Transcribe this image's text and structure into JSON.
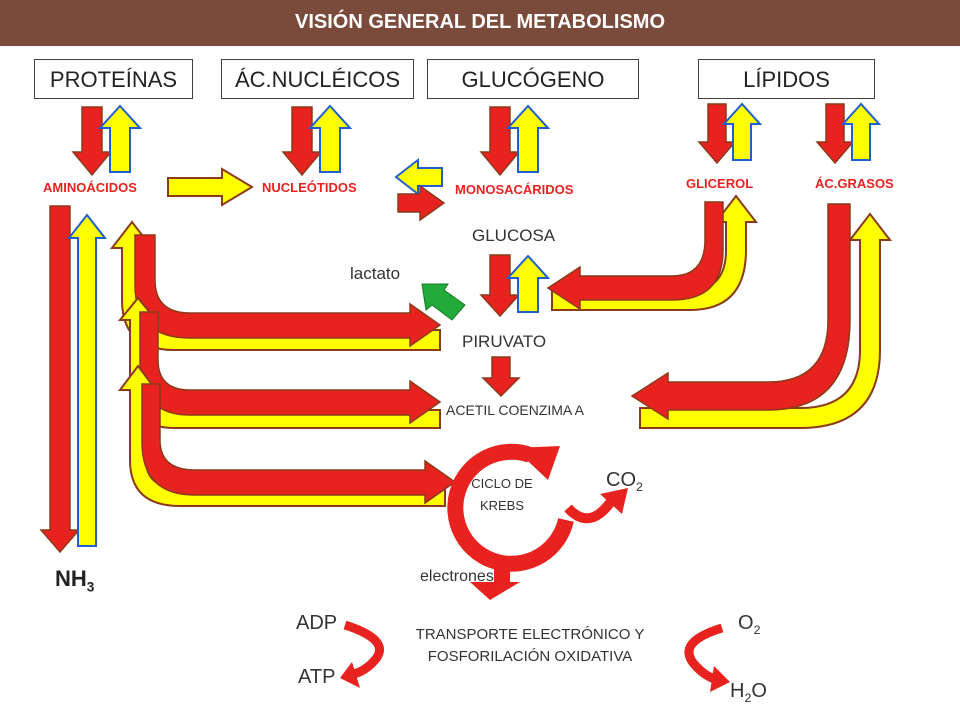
{
  "header": {
    "title": "VISIÓN GENERAL DEL METABOLISMO"
  },
  "boxes": {
    "proteinas": "PROTEÍNAS",
    "ac_nucleicos": "ÁC.NUCLÉICOS",
    "glucogeno": "GLUCÓGENO",
    "lipidos": "LÍPIDOS"
  },
  "monomers": {
    "aminoacidos": "AMINOÁCIDOS",
    "nucleotidos": "NUCLEÓTIDOS",
    "monosacaridos": "MONOSACÁRIDOS",
    "glicerol": "GLICEROL",
    "ac_grasos": "ÁC.GRASOS"
  },
  "intermediates": {
    "glucosa": "GLUCOSA",
    "lactato": "lactato",
    "piruvato": "PIRUVATO",
    "acetil_coa": "ACETIL COENZIMA A",
    "ciclo_line1": "CICLO DE",
    "ciclo_line2": "KREBS",
    "co2_main": "CO",
    "co2_sub": "2",
    "electrones": "electrones",
    "nh3_main": "NH",
    "nh3_sub": "3"
  },
  "transport": {
    "line1": "TRANSPORTE ELECTRÓNICO Y",
    "line2": "FOSFORILACIÓN OXIDATIVA",
    "adp": "ADP",
    "atp": "ATP",
    "o2_main": "O",
    "o2_sub": "2",
    "h2o_h": "H",
    "h2o_sub": "2",
    "h2o_o": "O"
  },
  "colors": {
    "red_arrow": "#e8231f",
    "yellow_arrow": "#ffff00",
    "blue_outline": "#1f5fd1",
    "brown_outline": "#8b3a1a",
    "banner": "#7a4a3a",
    "green_arrow": "#22aa3a"
  }
}
